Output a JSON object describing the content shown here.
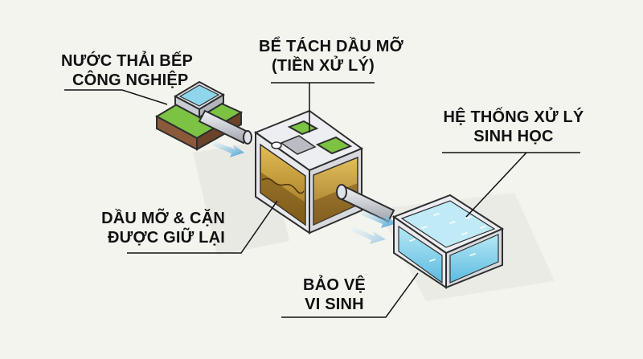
{
  "labels": {
    "industrial_wastewater": {
      "line1": "NƯỚC THẢI BẾP",
      "line2": "CÔNG NGHIỆP"
    },
    "grease_trap": {
      "line1": "BỂ TÁCH DẦU MỠ",
      "line2": "(TIỀN XỬ LÝ)"
    },
    "biological_system": {
      "line1": "HỆ THỐNG XỬ LÝ",
      "line2": "SINH HỌC"
    },
    "retained_grease": {
      "line1": "DẦU MỠ & CẶN",
      "line2": "ĐƯỢC GIỮ LẠI"
    },
    "microbe_protection": {
      "line1": "BẢO VỆ",
      "line2": "VI SINH"
    }
  },
  "colors": {
    "background": "#f4f4ef",
    "grass": "#7cc243",
    "soil": "#8a5a3b",
    "tank_frame": "#e8e9ec",
    "oil": "#c99a2e",
    "water": "#8fd6ec",
    "flow_arrow": "#5aa9d6"
  }
}
